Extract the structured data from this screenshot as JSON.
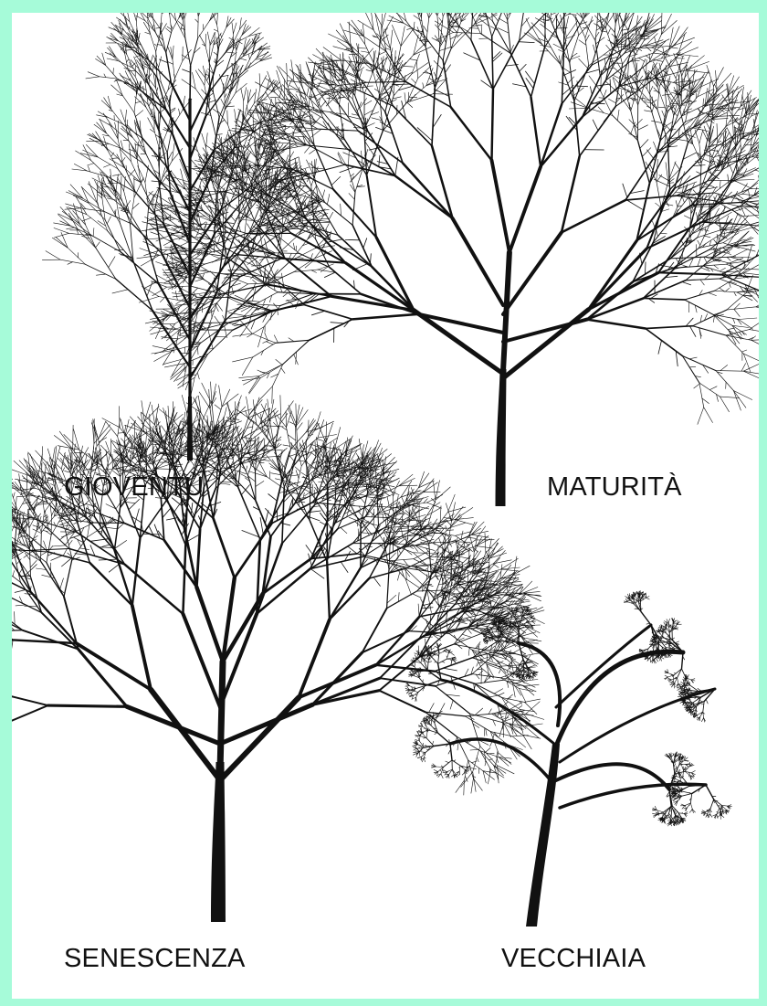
{
  "colors": {
    "background_border": "#a6fbd9",
    "paper": "#ffffff",
    "ink": "#111111"
  },
  "stages": [
    {
      "id": "youth",
      "label": "GIOVENTÙ"
    },
    {
      "id": "maturity",
      "label": "MATURITÀ"
    },
    {
      "id": "senescence",
      "label": "SENESCENZA"
    },
    {
      "id": "old_age",
      "label": "VECCHIAIA"
    }
  ]
}
